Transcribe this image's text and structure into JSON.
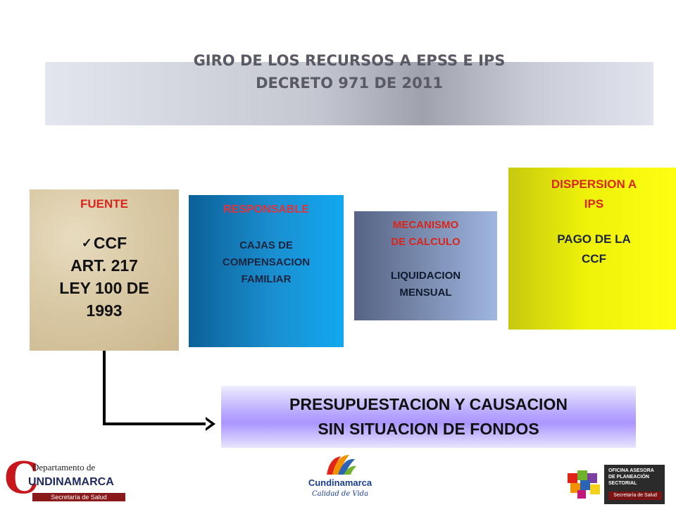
{
  "header": {
    "line1": "GIRO DE LOS RECURSOS A EPSS E IPS",
    "line2": "DECRETO 971 DE 2011"
  },
  "boxes": {
    "fuente": {
      "title": "FUENTE",
      "check_item": "CCF",
      "lines": [
        "ART. 217",
        "LEY 100 DE",
        "1993"
      ]
    },
    "responsable": {
      "title": "RESPONSABLE",
      "lines": [
        "CAJAS DE",
        "COMPENSACION",
        "FAMILIAR"
      ]
    },
    "mecanismo": {
      "title_lines": [
        "MECANISMO",
        "DE CALCULO"
      ],
      "lines": [
        "LIQUIDACION",
        "MENSUAL"
      ]
    },
    "dispersion": {
      "title_lines": [
        "DISPERSION A",
        "IPS"
      ],
      "lines": [
        "PAGO DE LA",
        "CCF"
      ]
    },
    "resultado": {
      "lines": [
        "PRESUPUESTACION Y CAUSACION",
        "SIN SITUACION DE FONDOS"
      ]
    }
  },
  "logos": {
    "left": {
      "initial": "C",
      "dept": "Departamento de",
      "name": "UNDINAMARCA",
      "sub": "Secretaría de Salud"
    },
    "center": {
      "name": "Cundinamarca",
      "tagline": "Calidad de Vida"
    },
    "right": {
      "title": "OFICINA ASESORA DE PLANEACIÓN SECTORIAL",
      "sub": "Secretaría de Salud"
    }
  },
  "colors": {
    "title_text": "#5a5a64",
    "accent_red": "#d9261c",
    "fuente_bg": "#d9c9a4",
    "responsable_bg": "#1a8fd0",
    "mecanismo_bg": "#7a8cb0",
    "dispersion_bg": "#eef209",
    "resultado_bg": "#b8a6ff"
  }
}
